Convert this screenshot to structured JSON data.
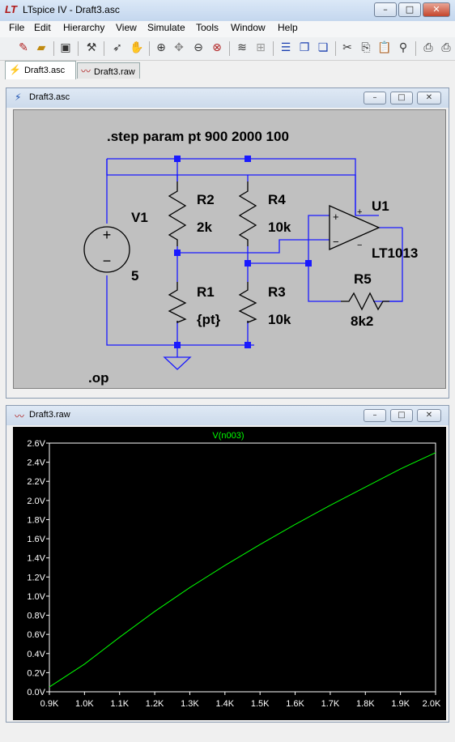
{
  "window": {
    "app_icon": "LT",
    "title": "LTspice IV - Draft3.asc",
    "min": "–",
    "max": "□",
    "close": "✕"
  },
  "menu": [
    "File",
    "Edit",
    "Hierarchy",
    "View",
    "Simulate",
    "Tools",
    "Window",
    "Help"
  ],
  "toolbar_icons": [
    "new-schematic-icon",
    "open-icon",
    "save-icon",
    "control-panel-icon",
    "run-icon",
    "halt-icon",
    "zoom-in-icon",
    "pan-icon",
    "zoom-out-icon",
    "zoom-cancel-icon",
    "autorange-icon",
    "plot-settings-icon",
    "tile-horizontal-icon",
    "cascade-icon",
    "tile-vertical-icon",
    "cut-icon",
    "copy-icon",
    "paste-icon",
    "find-icon",
    "print-setup-icon",
    "print-icon"
  ],
  "tabs": [
    {
      "label": "Draft3.asc",
      "icon": "schematic-icon",
      "active": true
    },
    {
      "label": "Draft3.raw",
      "icon": "waveform-icon",
      "active": false
    }
  ],
  "schematic": {
    "title": "Draft3.asc",
    "directive_step": ".step param pt 900 2000 100",
    "directive_op": ".op",
    "components": {
      "v1": {
        "name": "V1",
        "value": "5"
      },
      "r2": {
        "name": "R2",
        "value": "2k"
      },
      "r4": {
        "name": "R4",
        "value": "10k"
      },
      "r1": {
        "name": "R1",
        "value": "{pt}"
      },
      "r3": {
        "name": "R3",
        "value": "10k"
      },
      "r5": {
        "name": "R5",
        "value": "8k2"
      },
      "u1": {
        "name": "U1",
        "value": "LT1013"
      }
    },
    "pins": {
      "plus": "+",
      "minus": "−",
      "oa_plus": "+",
      "oa_minus": "−"
    },
    "wire_color": "#1a1aff",
    "component_color": "#000000",
    "background": "#c0c0c0"
  },
  "plot": {
    "title": "Draft3.raw"
  },
  "chart_data": {
    "type": "line",
    "title": "",
    "xlabel": "",
    "ylabel": "",
    "xlim": [
      0.9,
      2.0
    ],
    "ylim": [
      0.0,
      2.6
    ],
    "x_ticks": [
      "0.9K",
      "1.0K",
      "1.1K",
      "1.2K",
      "1.3K",
      "1.4K",
      "1.5K",
      "1.6K",
      "1.7K",
      "1.8K",
      "1.9K",
      "2.0K"
    ],
    "y_ticks": [
      "0.0V",
      "0.2V",
      "0.4V",
      "0.6V",
      "0.8V",
      "1.0V",
      "1.2V",
      "1.4V",
      "1.6V",
      "1.8V",
      "2.0V",
      "2.2V",
      "2.4V",
      "2.6V"
    ],
    "series": [
      {
        "name": "V(n003)",
        "color": "#00ff00",
        "x": [
          0.9,
          1.0,
          1.1,
          1.2,
          1.3,
          1.4,
          1.5,
          1.6,
          1.7,
          1.8,
          1.9,
          2.0
        ],
        "values": [
          0.05,
          0.29,
          0.57,
          0.84,
          1.09,
          1.32,
          1.54,
          1.75,
          1.95,
          2.14,
          2.33,
          2.5
        ]
      }
    ],
    "grid": false,
    "background": "#000000",
    "axis_color": "#ffffff"
  }
}
